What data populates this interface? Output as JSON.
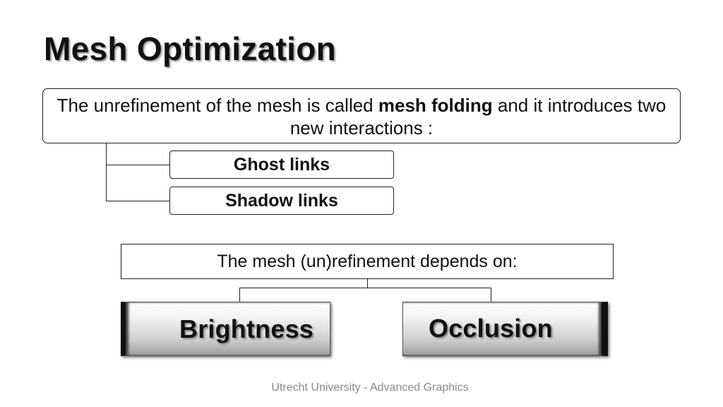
{
  "slide": {
    "title": "Mesh Optimization",
    "intro": {
      "text_before": "The unrefinement of the mesh is called ",
      "bold_term": "mesh folding",
      "text_after": " and it introduces two new interactions :"
    },
    "interactions": [
      "Ghost links",
      "Shadow links"
    ],
    "depends_label": "The mesh (un)refinement depends on:",
    "factors": [
      "Brightness",
      "Occlusion"
    ],
    "footer": "Utrecht University - Advanced Graphics"
  }
}
